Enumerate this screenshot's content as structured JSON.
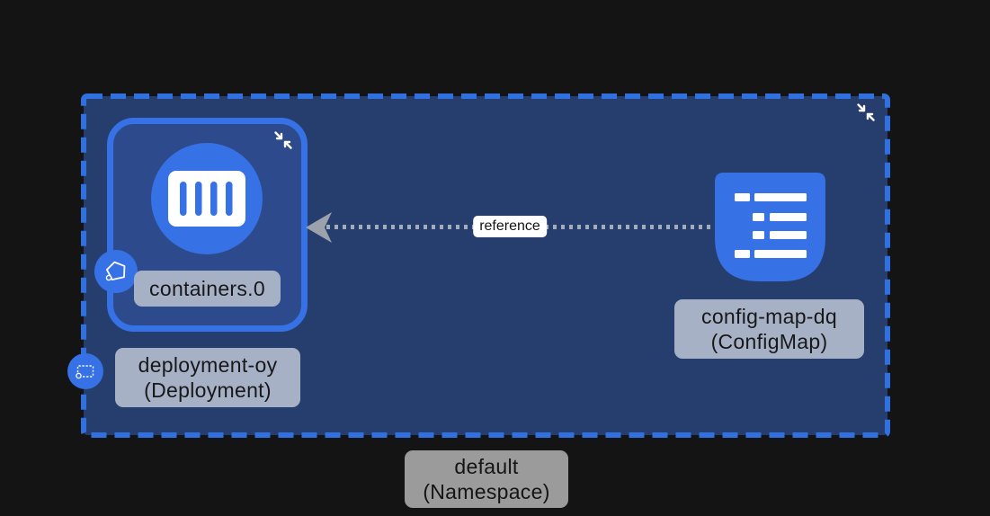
{
  "colors": {
    "background": "#141414",
    "namespace_fill": "#263E6D",
    "namespace_dashed_border": "#3070DF",
    "node_fill": "#2D4B8C",
    "node_border": "#3671E6",
    "accent_blue": "#3671E6",
    "node_label_bg": "#A7B1C5",
    "namespace_label_bg": "#9B9B9B",
    "label_text": "#17181A",
    "edge_gray": "#9CA2AC",
    "edge_label_bg": "#FFFFFF"
  },
  "namespace": {
    "line1": "default",
    "line2": "(Namespace)"
  },
  "nodes": {
    "deployment": {
      "line1": "deployment-oy",
      "line2": "(Deployment)"
    },
    "container": {
      "label": "containers.0"
    },
    "configmap": {
      "line1": "config-map-dq",
      "line2": "(ConfigMap)"
    }
  },
  "edge": {
    "label": "reference",
    "from": "config-map-dq",
    "to": "containers.0"
  },
  "icons": {
    "collapse": "two diagonal arrows pointing inward (collapse group)",
    "pod_badge": "white pentagon outline with small dot (Pod)",
    "deployment_badge": "white dashed rectangle with small dot (Deployment)",
    "container": "white rounded rectangle with 4 vertical slots (Container)",
    "configmap": "blue document shape with white list lines (ConfigMap)"
  }
}
